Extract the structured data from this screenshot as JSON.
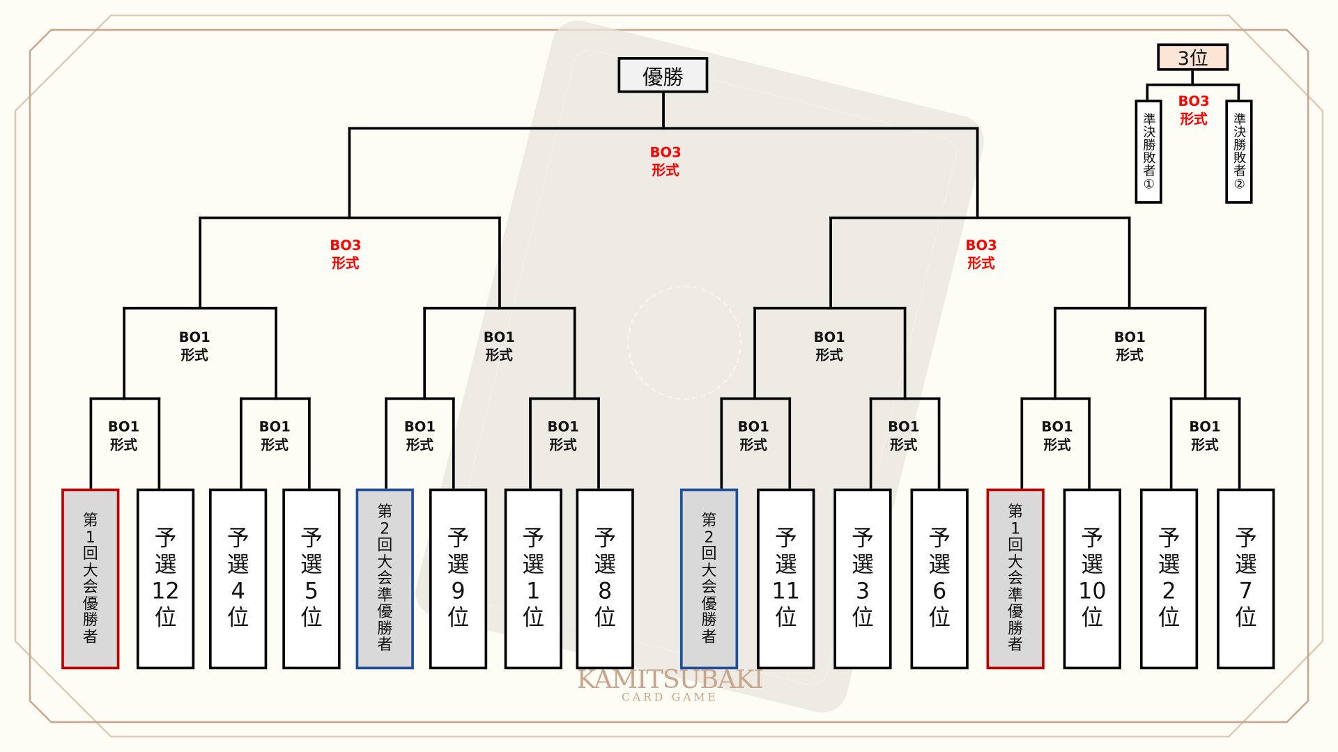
{
  "final": {
    "label": "優勝"
  },
  "third_place": {
    "label": "3位",
    "match": [
      "BO3",
      "形式"
    ],
    "entrants": [
      "準決勝敗者①",
      "準決勝敗者②"
    ]
  },
  "matches": {
    "final": [
      "BO3",
      "形式"
    ],
    "semi": [
      [
        "BO3",
        "形式"
      ],
      [
        "BO3",
        "形式"
      ]
    ],
    "quarter": [
      [
        "BO1",
        "形式"
      ],
      [
        "BO1",
        "形式"
      ],
      [
        "BO1",
        "形式"
      ],
      [
        "BO1",
        "形式"
      ]
    ],
    "round1": [
      [
        "BO1",
        "形式"
      ],
      [
        "BO1",
        "形式"
      ],
      [
        "BO1",
        "形式"
      ],
      [
        "BO1",
        "形式"
      ],
      [
        "BO1",
        "形式"
      ],
      [
        "BO1",
        "形式"
      ],
      [
        "BO1",
        "形式"
      ],
      [
        "BO1",
        "形式"
      ]
    ]
  },
  "entrants": [
    "第1回大会優勝者",
    "予選12位",
    "予選4位",
    "予選5位",
    "第2回大会準優勝者",
    "予選9位",
    "予選1位",
    "予選8位",
    "第2回大会優勝者",
    "予選11位",
    "予選3位",
    "予選6位",
    "第1回大会準優勝者",
    "予選10位",
    "予選2位",
    "予選7位"
  ],
  "logo": {
    "name": "KAMITSUBAKI",
    "sub": "CARD GAME"
  },
  "colors": {
    "accent_red": "#ff0000",
    "border_red": "#c00000",
    "border_blue": "#1f4e9a",
    "third_bg": "#fce4d6"
  }
}
